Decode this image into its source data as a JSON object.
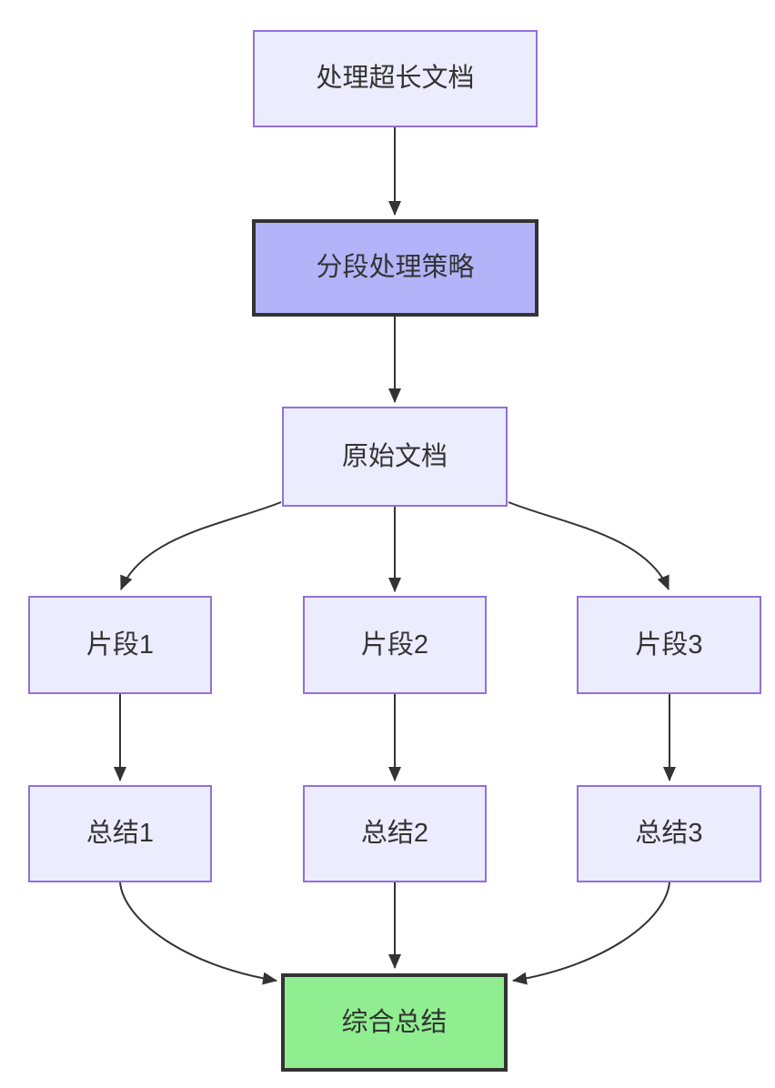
{
  "diagram": {
    "type": "flowchart",
    "direction": "top-to-bottom",
    "colors": {
      "background": "#FFFFFF",
      "node_fill": "#ECECFF",
      "node_border": "#9370DB",
      "highlight_node_fill": "#B3B3F9",
      "success_node_fill": "#90EE90",
      "dark_border": "#333333",
      "edge_color": "#333333",
      "text_color": "#333333"
    },
    "nodes": [
      {
        "id": "A",
        "label": "处理超长文档",
        "style": "default"
      },
      {
        "id": "B",
        "label": "分段处理策略",
        "style": "highlight"
      },
      {
        "id": "C",
        "label": "原始文档",
        "style": "default"
      },
      {
        "id": "D1",
        "label": "片段1",
        "style": "default"
      },
      {
        "id": "D2",
        "label": "片段2",
        "style": "default"
      },
      {
        "id": "D3",
        "label": "片段3",
        "style": "default"
      },
      {
        "id": "E1",
        "label": "总结1",
        "style": "default"
      },
      {
        "id": "E2",
        "label": "总结2",
        "style": "default"
      },
      {
        "id": "E3",
        "label": "总结3",
        "style": "default"
      },
      {
        "id": "F",
        "label": "综合总结",
        "style": "success"
      }
    ],
    "edges": [
      {
        "from": "A",
        "to": "B"
      },
      {
        "from": "B",
        "to": "C"
      },
      {
        "from": "C",
        "to": "D1"
      },
      {
        "from": "C",
        "to": "D2"
      },
      {
        "from": "C",
        "to": "D3"
      },
      {
        "from": "D1",
        "to": "E1"
      },
      {
        "from": "D2",
        "to": "E2"
      },
      {
        "from": "D3",
        "to": "E3"
      },
      {
        "from": "E1",
        "to": "F"
      },
      {
        "from": "E2",
        "to": "F"
      },
      {
        "from": "E3",
        "to": "F"
      }
    ]
  }
}
